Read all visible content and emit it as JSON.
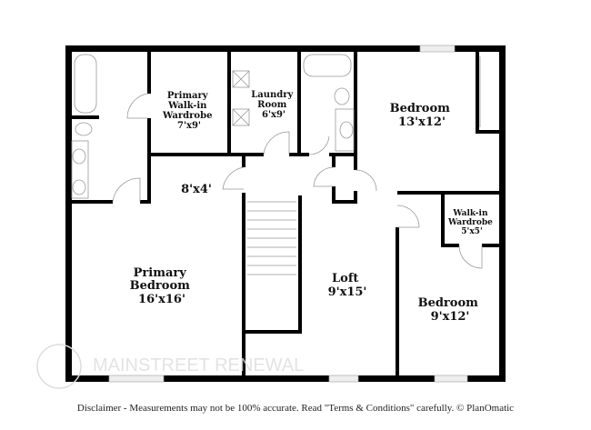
{
  "rooms": {
    "primary_wardrobe": [
      "Primary",
      "Walk-in",
      "Wardrobe",
      "7'x9'"
    ],
    "laundry": [
      "Laundry",
      "Room",
      "6'x9'"
    ],
    "bedroom_ne": [
      "Bedroom",
      "13'x12'"
    ],
    "hall": "8'x4'",
    "wardrobe_se": [
      "Walk-in",
      "Wardrobe",
      "5'x5'"
    ],
    "primary_bedroom": [
      "Primary",
      "Bedroom",
      "16'x16'"
    ],
    "loft": [
      "Loft",
      "9'x15'"
    ],
    "bedroom_se": [
      "Bedroom",
      "9'x12'"
    ]
  },
  "watermark": "MAINSTREET RENEWAL",
  "disclaimer": "Disclaimer - Measurements may not be 100% accurate. Read \"Terms & Conditions\" carefully. © PlanOmatic",
  "colors": {
    "wall": "#000000",
    "fixture": "#999999"
  }
}
